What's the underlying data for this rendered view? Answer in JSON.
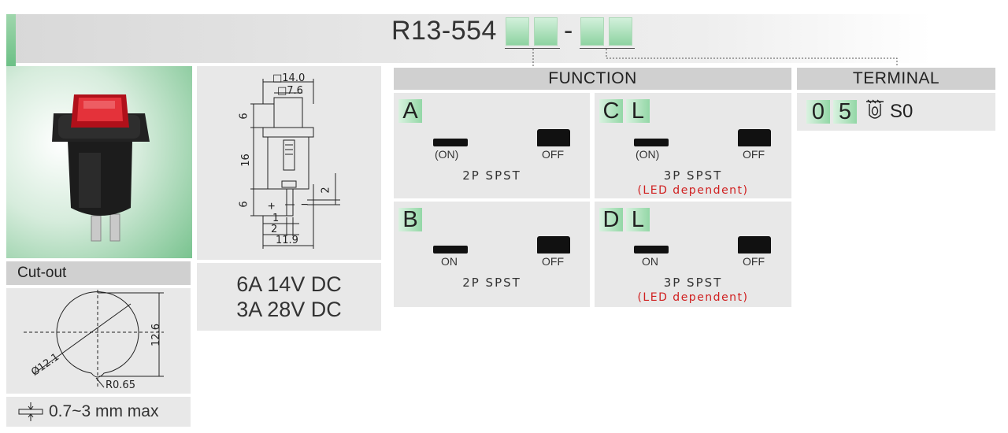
{
  "header": {
    "part_number": "R13-554",
    "dash": "-"
  },
  "section_headers": {
    "function": "FUNCTION",
    "terminal": "TERMINAL"
  },
  "functions": [
    {
      "letters": [
        "A"
      ],
      "left_state": "(ON)",
      "right_state": "OFF",
      "description": "2P SPST",
      "note": ""
    },
    {
      "letters": [
        "C",
        "L"
      ],
      "left_state": "(ON)",
      "right_state": "OFF",
      "description": "3P SPST",
      "note": "(LED dependent)"
    },
    {
      "letters": [
        "B"
      ],
      "left_state": "ON",
      "right_state": "OFF",
      "description": "2P SPST",
      "note": ""
    },
    {
      "letters": [
        "D",
        "L"
      ],
      "left_state": "ON",
      "right_state": "OFF",
      "description": "3P SPST",
      "note": "(LED dependent)"
    }
  ],
  "terminal": {
    "digits": [
      "0",
      "5"
    ],
    "code": "S0"
  },
  "drawing": {
    "dim_width": "□14.0",
    "dim_inner": "□7.6",
    "dim_6_top": "6",
    "dim_16": "16",
    "dim_6_bottom": "6",
    "dim_2_right": "2",
    "dim_1": "1",
    "dim_2_bottom": "2",
    "dim_11_9": "11.9",
    "plus": "+",
    "minus": "−"
  },
  "ratings": {
    "line1": "6A 14V DC",
    "line2": "3A 28V DC"
  },
  "cutout": {
    "header": "Cut-out",
    "diameter": "Ø12.1",
    "height": "12.6",
    "radius": "R0.65",
    "thickness": "0.7~3 mm max"
  },
  "colors": {
    "accent_green": "#8ed3a1",
    "led_red": "#d02020",
    "panel_gray": "#e8e8e8"
  }
}
